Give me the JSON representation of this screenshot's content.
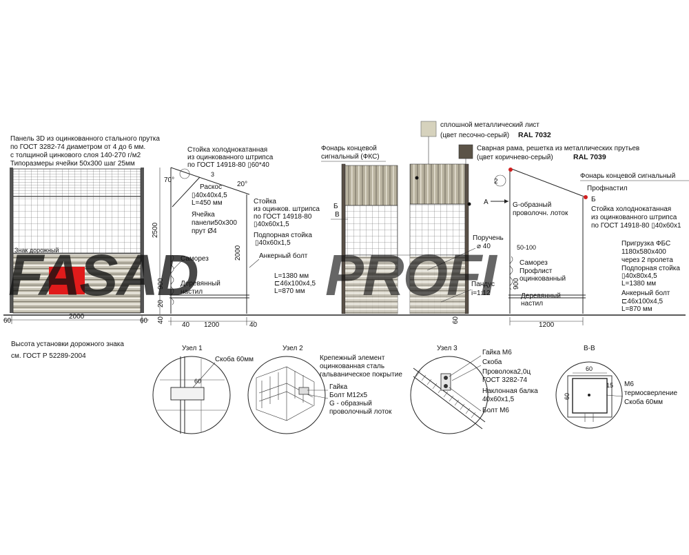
{
  "colors": {
    "ral7032": "#d6d2bd",
    "ral7039": "#5b5347",
    "red_marker": "#e11b1b",
    "watermark_gray": "#9a9a9a",
    "watermark_red": "#e24a4a",
    "signal_lamp": "#d22020"
  },
  "legend": {
    "sheet_line1": "сплошной металлический лист",
    "sheet_line2": "(цвет  песочно-серый)",
    "sheet_ral": "RAL 7032",
    "frame_line1": "Сварная рама, решетка из металлических прутьев",
    "frame_line2": "(цвет коричнево-серый)",
    "frame_ral": "RAL 7039"
  },
  "front_view": {
    "panel_note": [
      "Панель 3D из оцинкованного стального прутка",
      "по ГОСТ 3282-74  диаметром от 4 до 6 мм.",
      "с толщиной цинкового слоя 140-270 г/м2",
      "Типоразмеры ячейки  50х300  шаг 25мм"
    ],
    "sign_label": "Знак дорожный",
    "dim_width": "2000",
    "dim_left": "60",
    "dim_right": "60"
  },
  "side_view_left": {
    "post_note": [
      "Стойка холоднокатанная",
      "из оцинкованного штрипса",
      "по ГОСТ 14918-80 ▯60*40"
    ],
    "angle_70": "70°",
    "angle_20": "20°",
    "num_3": "3",
    "brace": [
      "Раскос",
      "▯40х40х4,5",
      "L=450 мм"
    ],
    "cell": [
      "Ячейка",
      "панели50х300",
      "прут Ø4"
    ],
    "post2": [
      "Стойка",
      "из оцинков. штрипса",
      "по ГОСТ 14918-80",
      "▯40х60х1,5"
    ],
    "support_post": [
      "Подпорная стойка",
      "▯40х60х1,5"
    ],
    "screw": "Саморез",
    "anchor": "Анкерный болт",
    "anchor_spec": [
      "L=1380 мм",
      "⊏46х100х4,5",
      "L=870 мм"
    ],
    "wood": [
      "Деревянный",
      "настил"
    ],
    "dim_h2500": "2500",
    "dim_h2000": "2000",
    "dim_h900": "900",
    "dim_20": "20",
    "dim_40a": "40",
    "dim_40b": "40",
    "dim_40c": "40",
    "dim_1200": "1200"
  },
  "center_view": {
    "lamp_note": [
      "Фонарь концевой",
      "сигнальный (ФКС)"
    ],
    "section_b": "Б",
    "section_v": "В",
    "handrail": [
      "Поручень",
      "⌀ 40"
    ],
    "ramp": [
      "Пандус",
      "i=1:12"
    ],
    "dim_60": "60"
  },
  "side_view_right": {
    "arrow_a": "A",
    "num_2": "2",
    "lamp": "Фонарь концевой сигнальный",
    "profile_sheet": "Профнастил",
    "tray": [
      "G-образный",
      "проволочн. лоток"
    ],
    "mark_b": "Б",
    "post_note": [
      "Стойка холоднокатанная",
      "из оцинкованного штрипса",
      "по ГОСТ 14918-80 ▯40х60х1"
    ],
    "ballast": [
      "Пригрузка ФБС",
      "1180х580х400",
      "через 2 пролета"
    ],
    "support_post": [
      "Подпорная стойка",
      "▯40х80х4,5",
      "L=1380 мм"
    ],
    "anchor": [
      "Анкерный болт",
      "⊏46х100х4,5",
      "L=870 мм"
    ],
    "screw": "Саморез",
    "profile_galv": [
      "Профлист",
      "оцинкованный"
    ],
    "wood": [
      "Деревянный",
      "настил"
    ],
    "dim_50_100": "50-100",
    "dim_900": "900",
    "dim_1200": "1200"
  },
  "bottom": {
    "sign_height": [
      "Высота установки дорожного знака",
      "см. ГОСТ Р 52289-2004"
    ],
    "node1": {
      "title": "Узел 1",
      "label": "Скоба 60мм",
      "dim": "60"
    },
    "node2": {
      "title": "Узел 2",
      "labels": [
        "Крепежный элемент",
        "оцинкованная сталь",
        "гальваническое покрытие"
      ],
      "nut": "Гайка",
      "bolt": "Болт М12х5",
      "tray": [
        "G - образный",
        "проволочный лоток"
      ]
    },
    "node3": {
      "title": "Узел 3",
      "nut": "Гайка М6",
      "bracket": "Скоба",
      "wire": [
        "Проволока2,0ц",
        "ГОСТ 3282-74"
      ],
      "beam": [
        "Наклонная балка",
        "40х60х1,5"
      ],
      "bolt": "Болт М6"
    },
    "section_vv": {
      "title": "B-B",
      "dim_top": "60",
      "dim_side": "60",
      "dim_15": "15",
      "m6": "М6",
      "drill": "термосверление",
      "bracket": "Скоба 60мм"
    }
  },
  "watermark": {
    "part1": "FASAD",
    "part2": "PROFI"
  }
}
